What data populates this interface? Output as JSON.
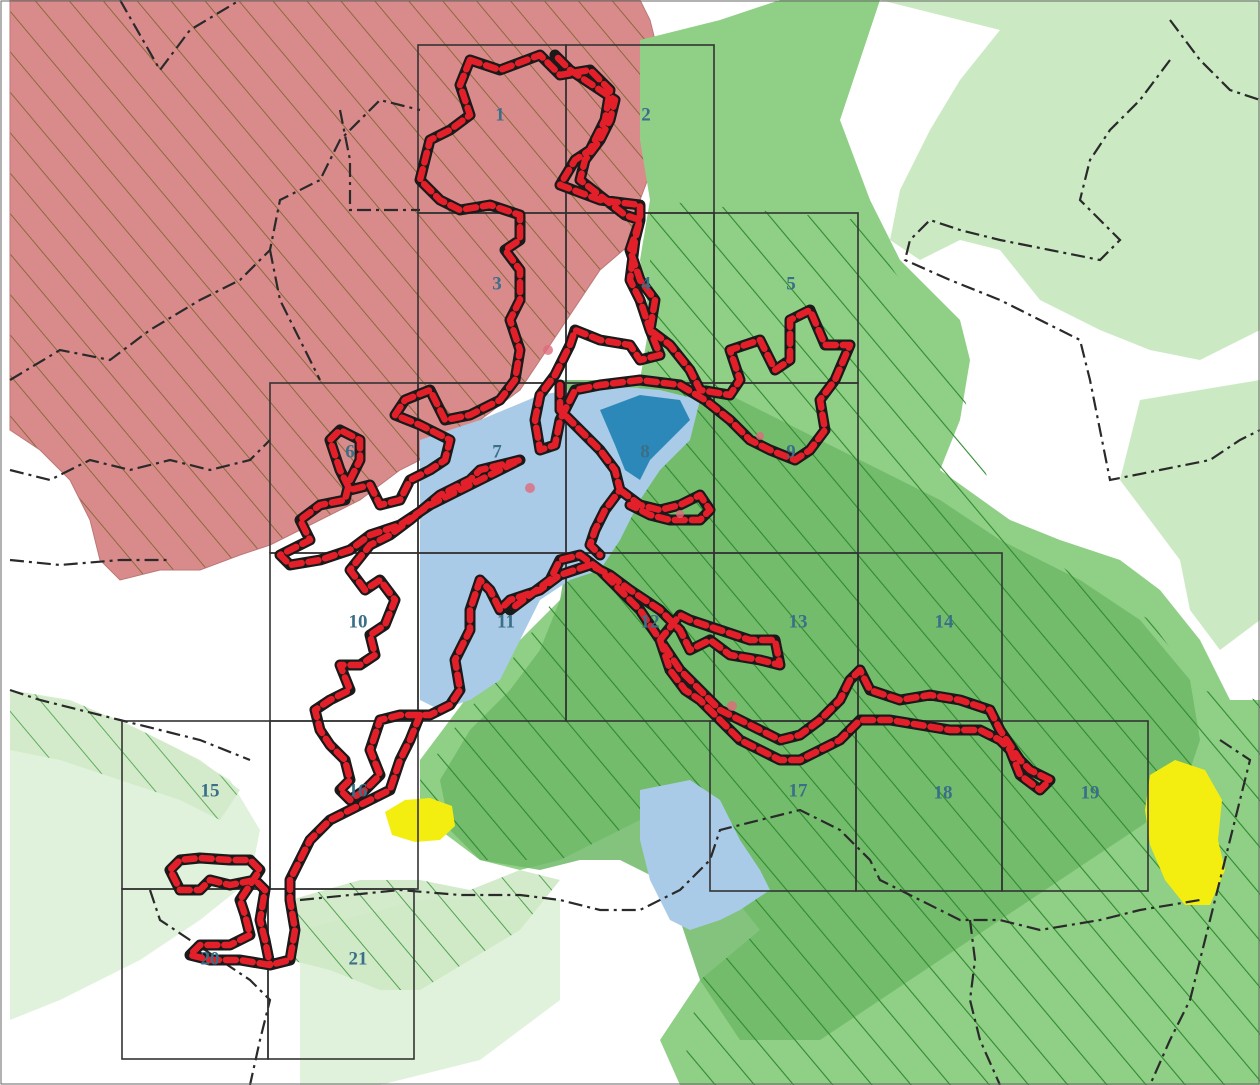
{
  "map": {
    "colors": {
      "background": "#ffffff",
      "red_zone": "#d98b8b",
      "red_hatch": "#8a6a3a",
      "green_light": "#bde3b2",
      "green_mid": "#8fcf86",
      "green_dark": "#5aa858",
      "green_hatch": "#2f8a2f",
      "blue_zone": "#a9cbe8",
      "blue_water": "#2c88b8",
      "yellow_zone": "#f4ee10",
      "route_outline": "#1a1a1a",
      "route_dash": "#e3202a",
      "grid_line": "#333333",
      "boundary_line": "#2a2a2a",
      "label_color": "#3b6f88"
    },
    "sheet_labels": [
      "1",
      "2",
      "3",
      "4",
      "5",
      "6",
      "7",
      "8",
      "9",
      "10",
      "11",
      "12",
      "13",
      "14",
      "15",
      "16",
      "17",
      "18",
      "19",
      "20",
      "21"
    ]
  }
}
